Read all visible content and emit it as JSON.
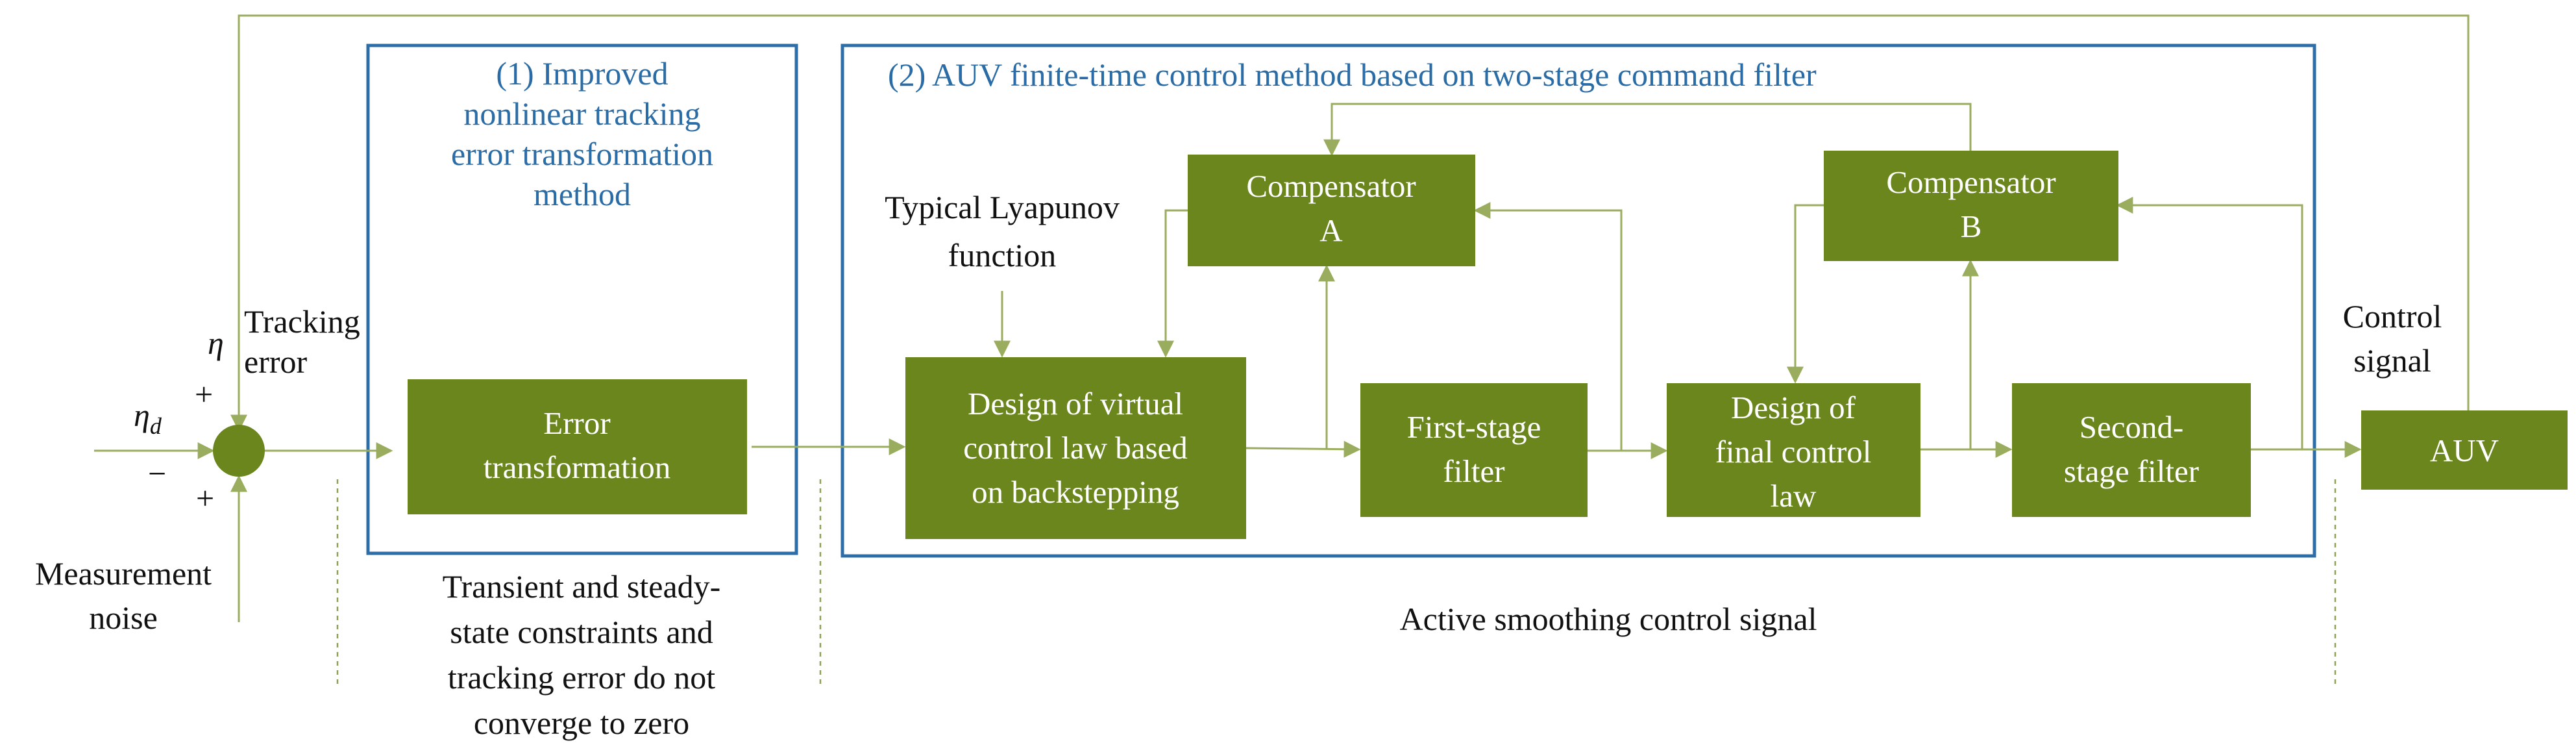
{
  "colors": {
    "block_fill": "#6a861d",
    "block_text": "#ffffff",
    "wire": "#9aad5e",
    "region_border": "#2e6ea8",
    "region_title": "#2a6ca6",
    "text": "#111111"
  },
  "regions": {
    "region1_title": [
      "(1) Improved",
      "nonlinear tracking",
      "error transformation",
      "method"
    ],
    "region2_title": [
      "(2) AUV finite-time control method based on two-stage command filter"
    ]
  },
  "blocks": {
    "error_transformation": [
      "Error",
      "transformation"
    ],
    "virtual_control": [
      "Design of virtual",
      "control law based",
      "on backstepping"
    ],
    "compensator_a": [
      "Compensator",
      "A"
    ],
    "first_stage_filter": [
      "First-stage",
      "filter"
    ],
    "final_control": [
      "Design of",
      "final control",
      "law"
    ],
    "compensator_b": [
      "Compensator",
      "B"
    ],
    "second_stage_filter": [
      "Second-",
      "stage filter"
    ],
    "auv": [
      "AUV"
    ]
  },
  "labels": {
    "eta": "η",
    "eta_d": "η",
    "eta_d_subscript": "d",
    "plus_top": "+",
    "minus": "−",
    "plus_bottom": "+",
    "tracking_error": [
      "Tracking",
      "error"
    ],
    "measurement_noise": [
      "Measurement",
      "noise"
    ],
    "lyapunov": [
      "Typical Lyapunov",
      "function"
    ],
    "control_signal": [
      "Control",
      "signal"
    ],
    "constraints_note": [
      "Transient and steady-",
      "state constraints and",
      "tracking error do not",
      "converge to zero"
    ],
    "smoothing_note": [
      "Active smoothing control signal"
    ]
  }
}
